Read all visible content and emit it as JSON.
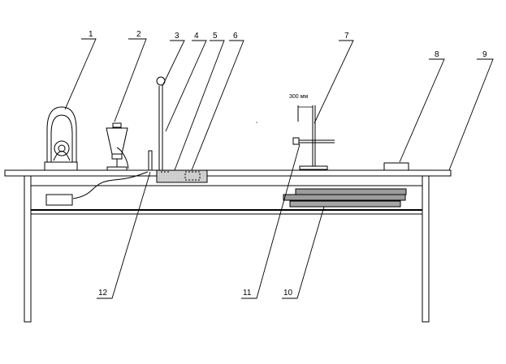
{
  "diagram": {
    "callouts": [
      "1",
      "2",
      "3",
      "4",
      "5",
      "6",
      "7",
      "8",
      "9",
      "10",
      "11",
      "12"
    ],
    "dimension_label": "300 мм"
  },
  "colors": {
    "stroke": "#000000",
    "sample_fill": "#c8c8c8",
    "plate_fill": "#a0a0a0",
    "background": "#ffffff"
  }
}
